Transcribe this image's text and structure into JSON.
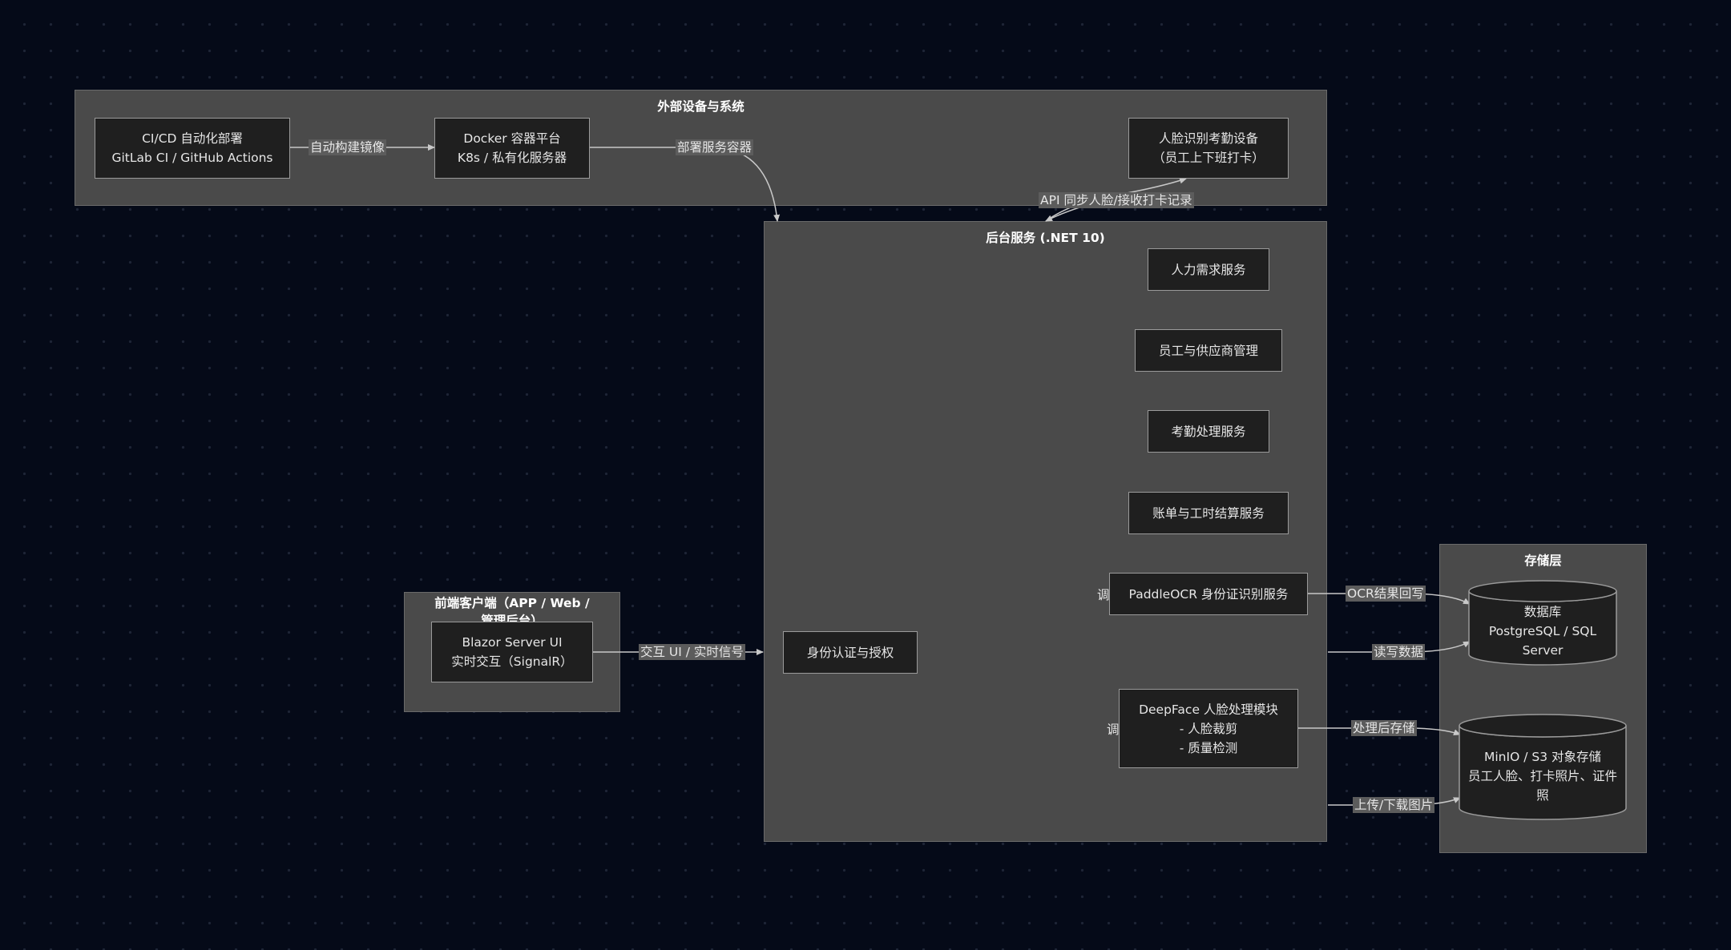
{
  "clusters": {
    "external": {
      "title": "外部设备与系统"
    },
    "backend": {
      "title": "后台服务 (.NET 10)"
    },
    "frontend": {
      "title_line1": "前端客户端（APP / Web /",
      "title_line2": "管理后台）"
    },
    "storage": {
      "title": "存储层"
    }
  },
  "nodes": {
    "cicd": {
      "line1": "CI/CD 自动化部署",
      "line2": "GitLab CI / GitHub Actions"
    },
    "docker": {
      "line1": "Docker 容器平台",
      "line2": "K8s / 私有化服务器"
    },
    "face_device": {
      "line1": "人脸识别考勤设备",
      "line2": "（员工上下班打卡）"
    },
    "hr_demand": {
      "line1": "人力需求服务"
    },
    "employee_supplier": {
      "line1": "员工与供应商管理"
    },
    "attendance": {
      "line1": "考勤处理服务"
    },
    "billing": {
      "line1": "账单与工时结算服务"
    },
    "paddleocr": {
      "line1": "PaddleOCR 身份证识别服务"
    },
    "auth": {
      "line1": "身份认证与授权"
    },
    "deepface": {
      "line1": "DeepFace 人脸处理模块",
      "line2": "- 人脸裁剪",
      "line3": "- 质量检测"
    },
    "blazor": {
      "line1": "Blazor Server UI",
      "line2": "实时交互（SignalR）"
    },
    "database": {
      "line1": "数据库",
      "line2": "PostgreSQL / SQL Server"
    },
    "minio": {
      "line1": "MinIO / S3 对象存储",
      "line2": "员工人脸、打卡照片、证件",
      "line3": "照"
    }
  },
  "edges": {
    "build_image": "自动构建镜像",
    "deploy_containers": "部署服务容器",
    "api_sync": "API 同步人脸/接收打卡记录",
    "ui_interaction": "交互 UI / 实时信号",
    "ocr_writeback": "OCR结果回写",
    "read_write": "读写数据",
    "processed_store": "处理后存储",
    "upload_download": "上传/下载图片",
    "call_fragment_1": "调",
    "call_fragment_2": "调"
  },
  "colors": {
    "background": "#050a18",
    "cluster_fill": "#4a4a4a",
    "node_fill": "#1f1f1f",
    "node_border": "#9a9a9a",
    "edge": "#c8c8c8",
    "edge_label_bg": "#5c5c5c"
  }
}
